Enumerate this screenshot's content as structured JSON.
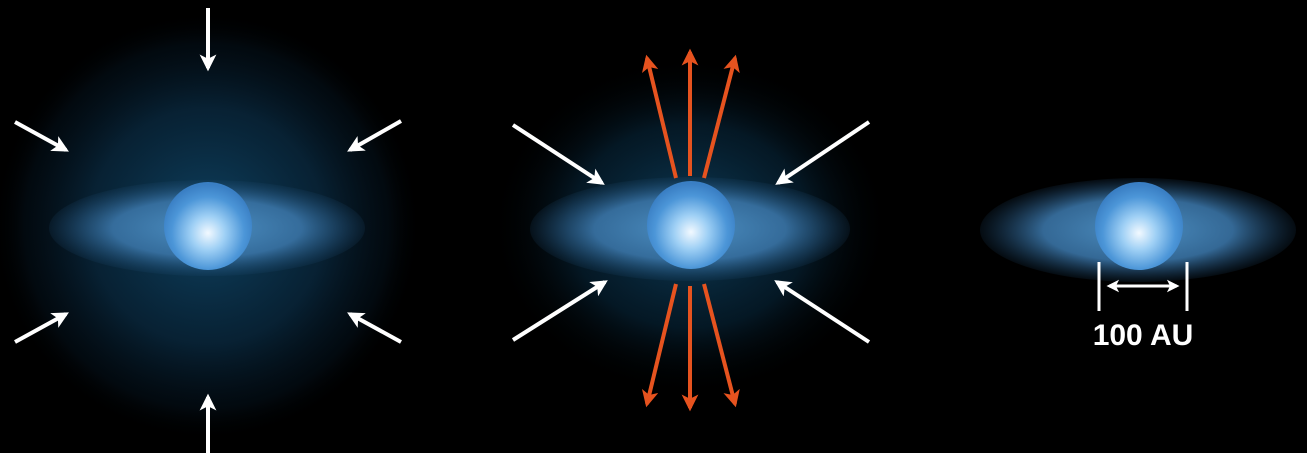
{
  "colors": {
    "background": "#000000",
    "envelope_glow": "#0d3a55",
    "disk": "#3f7cad",
    "star_core": "#e8f4ff",
    "star_edge": "#3f88cf",
    "infall_arrow": "#ffffff",
    "jet_arrow": "#e6531f",
    "scale_bar": "#ffffff",
    "label_text": "#ffffff"
  },
  "icons": {
    "infall": "arrow-inward-icon",
    "outflow": "arrow-outward-icon"
  },
  "panels": [
    {
      "stage": "collapsing-envelope",
      "infall_arrow_count": 6,
      "jet_arrow_count": 0
    },
    {
      "stage": "bipolar-outflow",
      "infall_arrow_count": 4,
      "jet_arrow_count": 6
    },
    {
      "stage": "disk-remnant",
      "infall_arrow_count": 0,
      "jet_arrow_count": 0,
      "scale_label": "100 AU"
    }
  ]
}
